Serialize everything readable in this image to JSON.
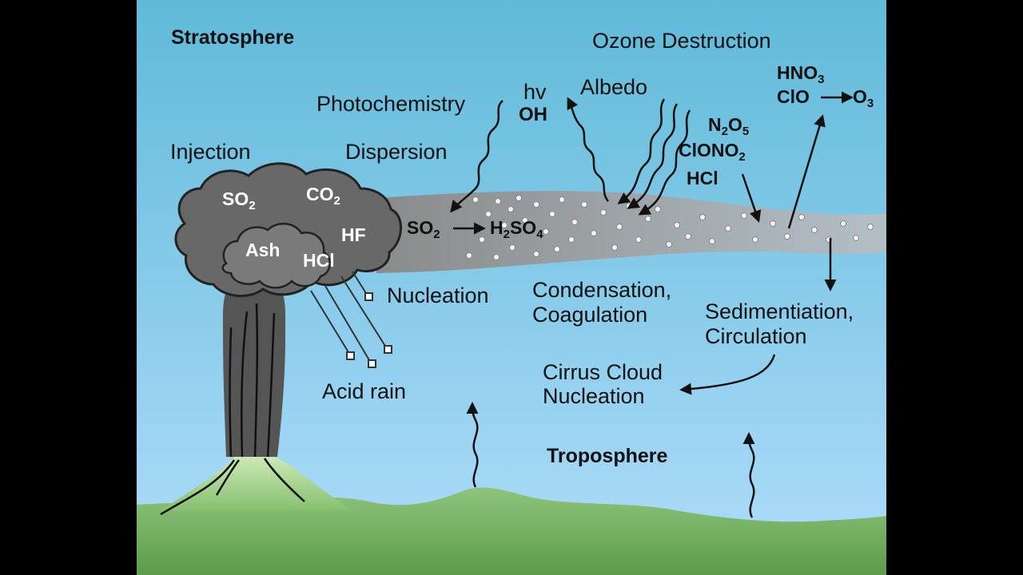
{
  "labels": {
    "stratosphere": "Stratosphere",
    "troposphere": "Troposphere",
    "ozone_destruction": "Ozone Destruction",
    "photochemistry": "Photochemistry",
    "hv": "hv",
    "oh": "OH",
    "albedo": "Albedo",
    "injection": "Injection",
    "dispersion": "Dispersion",
    "nucleation": "Nucleation",
    "condensation_line1": "Condensation,",
    "condensation_line2": "Coagulation",
    "sedimentation_line1": "Sedimentiation,",
    "sedimentation_line2": "Circulation",
    "cirrus_line1": "Cirrus Cloud",
    "cirrus_line2": "Nucleation",
    "acid_rain": "Acid rain"
  },
  "chemicals": {
    "hno3": [
      "HNO",
      "3"
    ],
    "clo": "ClO",
    "o3": [
      "O",
      "3"
    ],
    "n2o5": [
      "N",
      "2",
      "O",
      "5"
    ],
    "clono2": [
      "ClONO",
      "2"
    ],
    "hcl_right": "HCl",
    "plume_so2": [
      "SO",
      "2"
    ],
    "plume_h2so4": [
      "H",
      "2",
      "SO",
      "4"
    ],
    "cloud_so2": [
      "SO",
      "2"
    ],
    "cloud_co2": [
      "CO",
      "2"
    ],
    "cloud_ash": "Ash",
    "cloud_hf": "HF",
    "cloud_hcl": "HCl"
  },
  "colors": {
    "sky_top": "#5fbad8",
    "sky_bottom": "#b0dcfb",
    "ground": "#6fae5f",
    "plume": "#9c9c9c",
    "cloud": "#686868",
    "column": "#505050"
  }
}
